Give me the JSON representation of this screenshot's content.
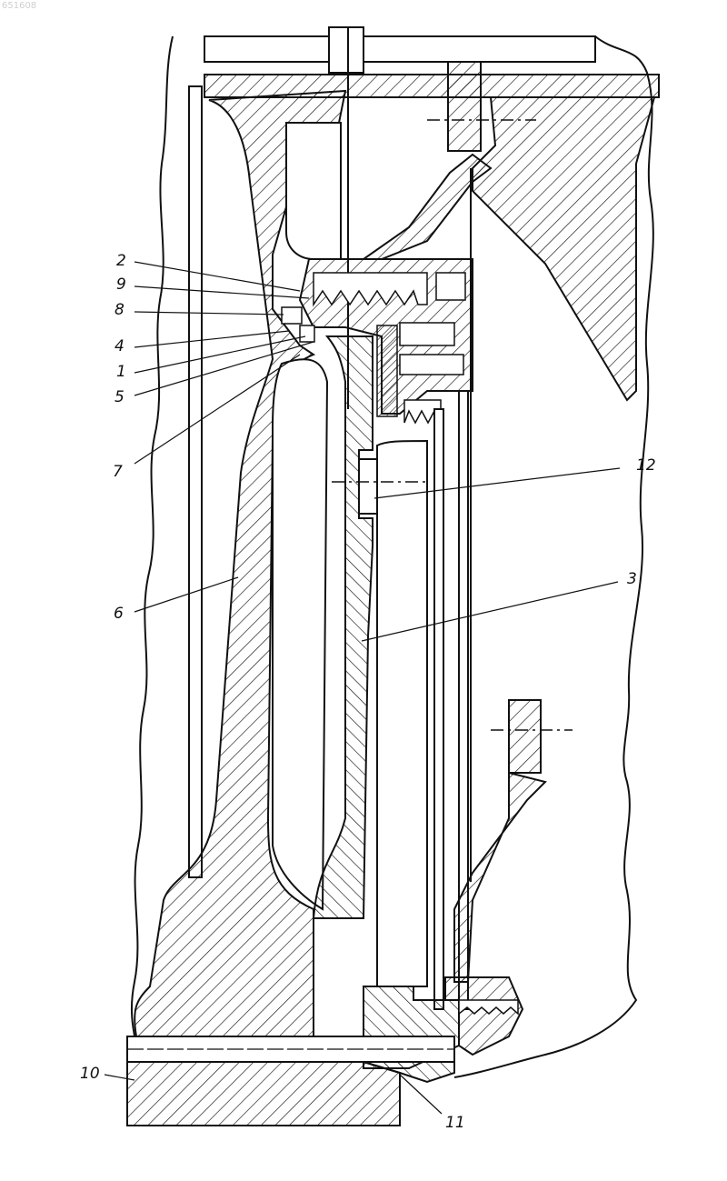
{
  "watermark": "651608",
  "labels": {
    "l1": "1",
    "l2": "2",
    "l3": "3",
    "l4": "4",
    "l5": "5",
    "l6": "6",
    "l7": "7",
    "l8": "8",
    "l9": "9",
    "l10": "10",
    "l11": "11",
    "l12": "12"
  }
}
